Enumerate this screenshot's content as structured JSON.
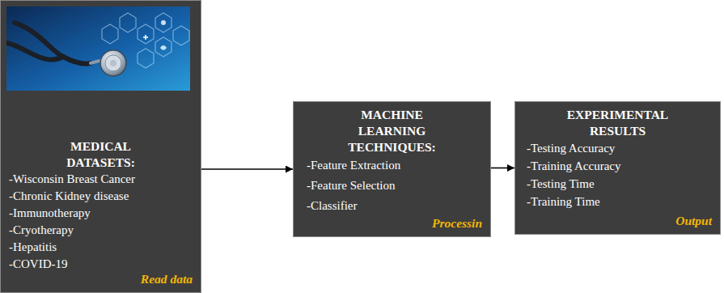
{
  "diagram": {
    "nodes": [
      {
        "text": [
          "MEDICAL DATASETS:",
          "-Wisconsin Breast Cancer",
          "-Chronic Kidney disease",
          "-Immunotherapy",
          "-Cryotherapy",
          "-Hepatitis",
          "-COVID-19",
          "Read data"
        ]
      },
      {
        "text": [
          "MACHINE LEARNING TECHNIQUES:",
          "-Feature Extraction",
          "-Feature Selection",
          "-Classifier",
          "Processin"
        ]
      },
      {
        "text": [
          "EXPERIMENTAL RESULTS",
          "-Testing Accuracy",
          "-Training Accuracy",
          "-Testing Time",
          "-Training Time",
          "Output"
        ]
      }
    ],
    "edges": [
      {
        "from": 0,
        "to": 1,
        "arrow": "to"
      },
      {
        "from": 1,
        "to": 2,
        "arrow": "to"
      }
    ]
  }
}
